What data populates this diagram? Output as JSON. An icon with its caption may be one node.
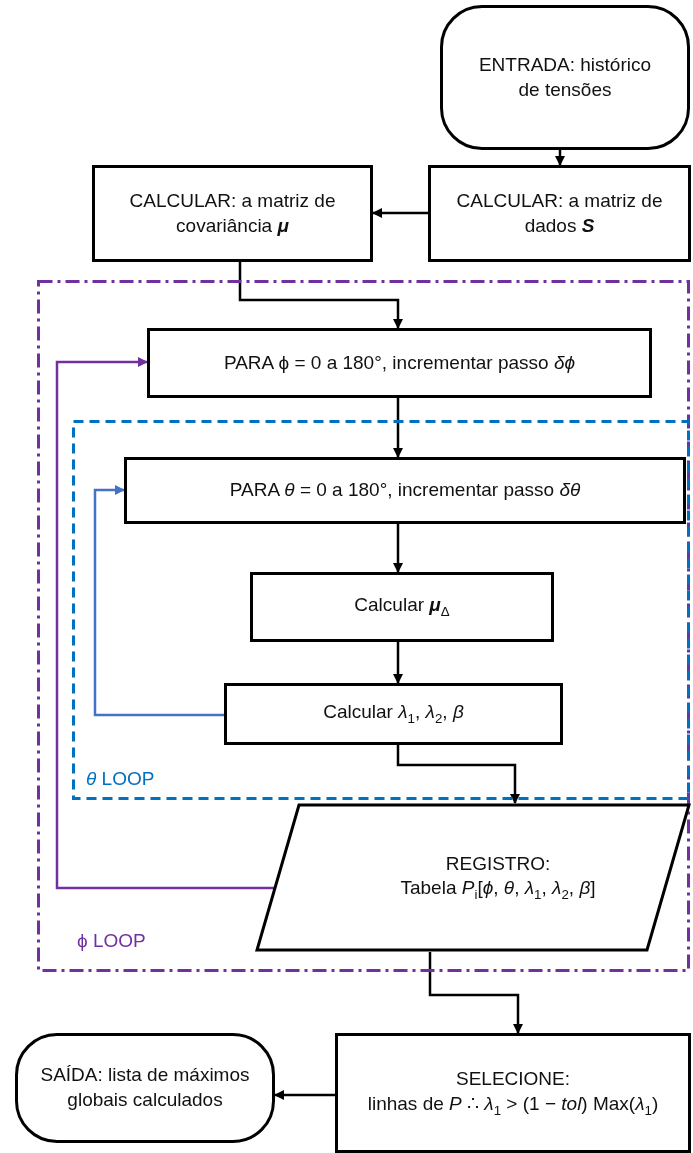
{
  "diagram": {
    "nodes": [
      {
        "text": [
          "ENTRADA: histórico de tensões"
        ]
      },
      {
        "text": [
          "CALCULAR: a matriz de dados **S**"
        ]
      },
      {
        "text": [
          "CALCULAR: a matriz de covariância **μ**"
        ]
      },
      {
        "text": [
          "ϕ LOOP"
        ]
      },
      {
        "text": [
          "PARA ϕ = 0 a 180°, incrementar passo *δϕ*"
        ],
        "in": 3
      },
      {
        "text": [
          "*θ* LOOP"
        ],
        "in": 3
      },
      {
        "text": [
          "PARA *θ* = 0 a 180°, incrementar passo *δθ*"
        ],
        "in": 5
      },
      {
        "text": [
          "Calcular **μ**$_{Δ}$"
        ],
        "in": 5
      },
      {
        "text": [
          "Calcular *λ*$_{1}$, *λ*$_{2}$, *β*"
        ],
        "in": 5
      },
      {
        "text": [
          "REGISTRO:",
          "Tabela *P*$_{i}$[*ϕ*, *θ*, *λ*$_{1}$, *λ*$_{2}$, *β*]"
        ],
        "in": 3
      },
      {
        "text": [
          "SELECIONE:",
          "linhas de *P* ∴ *λ*$_{1}$ > (1 − *tol*) Max(*λ*$_{1}$)"
        ]
      },
      {
        "text": [
          "SAÍDA: lista de máximos globais calculados"
        ]
      }
    ],
    "edges": [
      {
        "from": 0,
        "to": 1,
        "arrow": "to"
      },
      {
        "from": 1,
        "to": 2,
        "arrow": "to"
      },
      {
        "from": 2,
        "to": 4,
        "arrow": "to"
      },
      {
        "from": 4,
        "to": 6,
        "arrow": "to"
      },
      {
        "from": 6,
        "to": 7,
        "arrow": "to"
      },
      {
        "from": 7,
        "to": 8,
        "arrow": "to"
      },
      {
        "from": 8,
        "to": 9,
        "arrow": "to"
      },
      {
        "from": 8,
        "to": 6,
        "arrow": "to",
        "color": "#4472c4"
      },
      {
        "from": 9,
        "to": 4,
        "arrow": "to",
        "color": "#7030a0"
      },
      {
        "from": 9,
        "to": 10,
        "arrow": "to"
      },
      {
        "from": 10,
        "to": 11,
        "arrow": "to"
      }
    ]
  }
}
